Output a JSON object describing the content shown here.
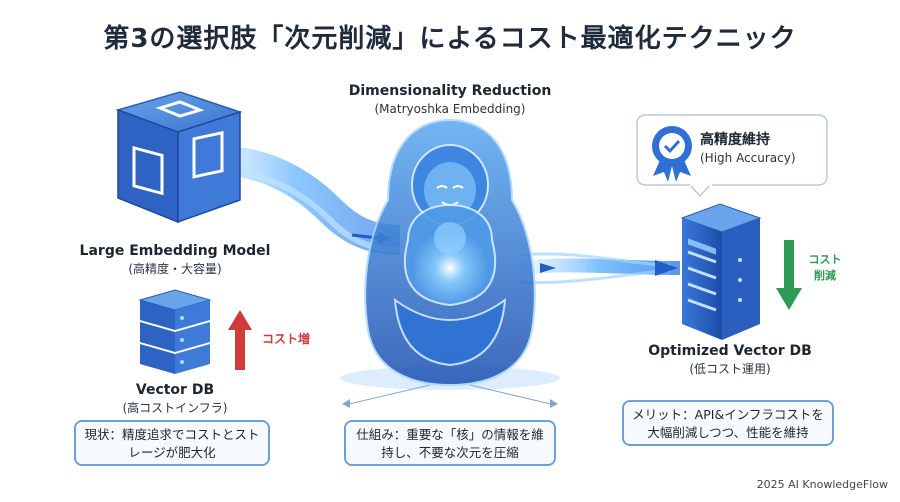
{
  "title": "第3の選択肢「次元削減」によるコスト最適化テクニック",
  "center": {
    "heading": "Dimensionality Reduction",
    "subheading": "(Matryoshka Embedding)",
    "note": "仕組み：重要な「核」の情報を維持し、不要な次元を圧縮"
  },
  "left": {
    "model_label": "Large Embedding Model",
    "model_sub": "(高精度・大容量)",
    "db_label": "Vector DB",
    "db_sub": "(高コストインフラ)",
    "cost_label": "コスト増",
    "status_note": "現状：精度追求でコストとストレージが肥大化"
  },
  "right": {
    "badge_title": "高精度維持",
    "badge_sub": "(High Accuracy)",
    "db_label": "Optimized Vector DB",
    "db_sub": "(低コスト運用)",
    "cost_label_1": "コスト",
    "cost_label_2": "削減",
    "merit_note": "メリット：API&インフラコストを大幅削減しつつ、性能を維持"
  },
  "footer": "2025 AI KnowledgeFlow",
  "colors": {
    "primary_blue": "#2f6fd6",
    "glow_blue": "#6fb8ff",
    "increase_red": "#d03a3a",
    "decrease_green": "#2f9a54",
    "box_border": "#6d9fd8"
  }
}
